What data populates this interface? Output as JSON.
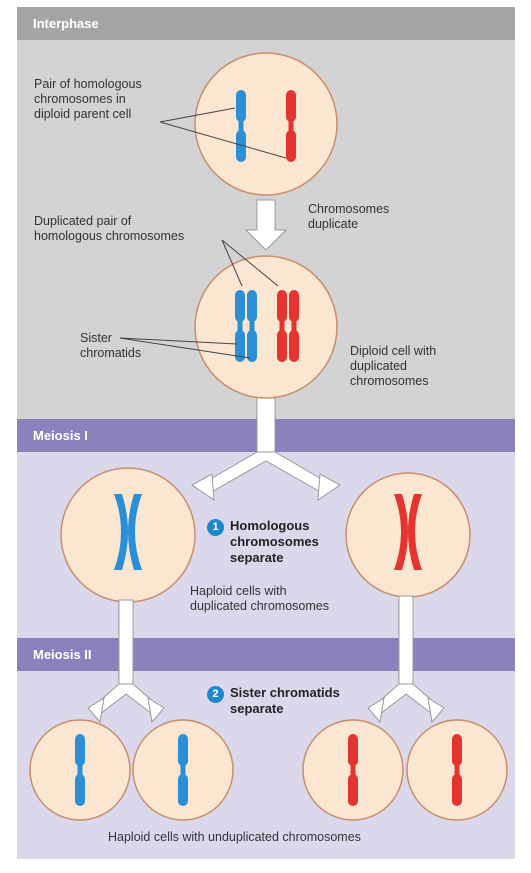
{
  "colors": {
    "interphase_band": "#d3d3d4",
    "interphase_header": "#a5a5a7",
    "meiosis_band": "#dcd8ec",
    "meiosis_header": "#8a82bd",
    "cell_fill": "#fbe6d2",
    "cell_stroke": "#c98d6c",
    "blue_chromosome": "#2a8fd6",
    "red_chromosome": "#e3342f",
    "step_number": "#1e88c8"
  },
  "sections": {
    "interphase": "Interphase",
    "meiosis_1": "Meiosis I",
    "meiosis_2": "Meiosis II"
  },
  "labels": {
    "homologous_pair": "Pair of homologous\nchromosomes in\ndiploid parent cell",
    "chromosomes_duplicate": "Chromosomes\nduplicate",
    "duplicated_pair": "Duplicated pair of\nhomologous chromosomes",
    "sister_chromatids": "Sister\nchromatids",
    "diploid_cell": "Diploid cell with\nduplicated\nchromosomes",
    "haploid_duplicated": "Haploid cells with\nduplicated chromosomes",
    "haploid_unduplicated": "Haploid cells with unduplicated chromosomes"
  },
  "steps": [
    {
      "number": "1",
      "text": "Homologous\nchromosomes\nseparate"
    },
    {
      "number": "2",
      "text": "Sister chromatids\nseparate"
    }
  ]
}
